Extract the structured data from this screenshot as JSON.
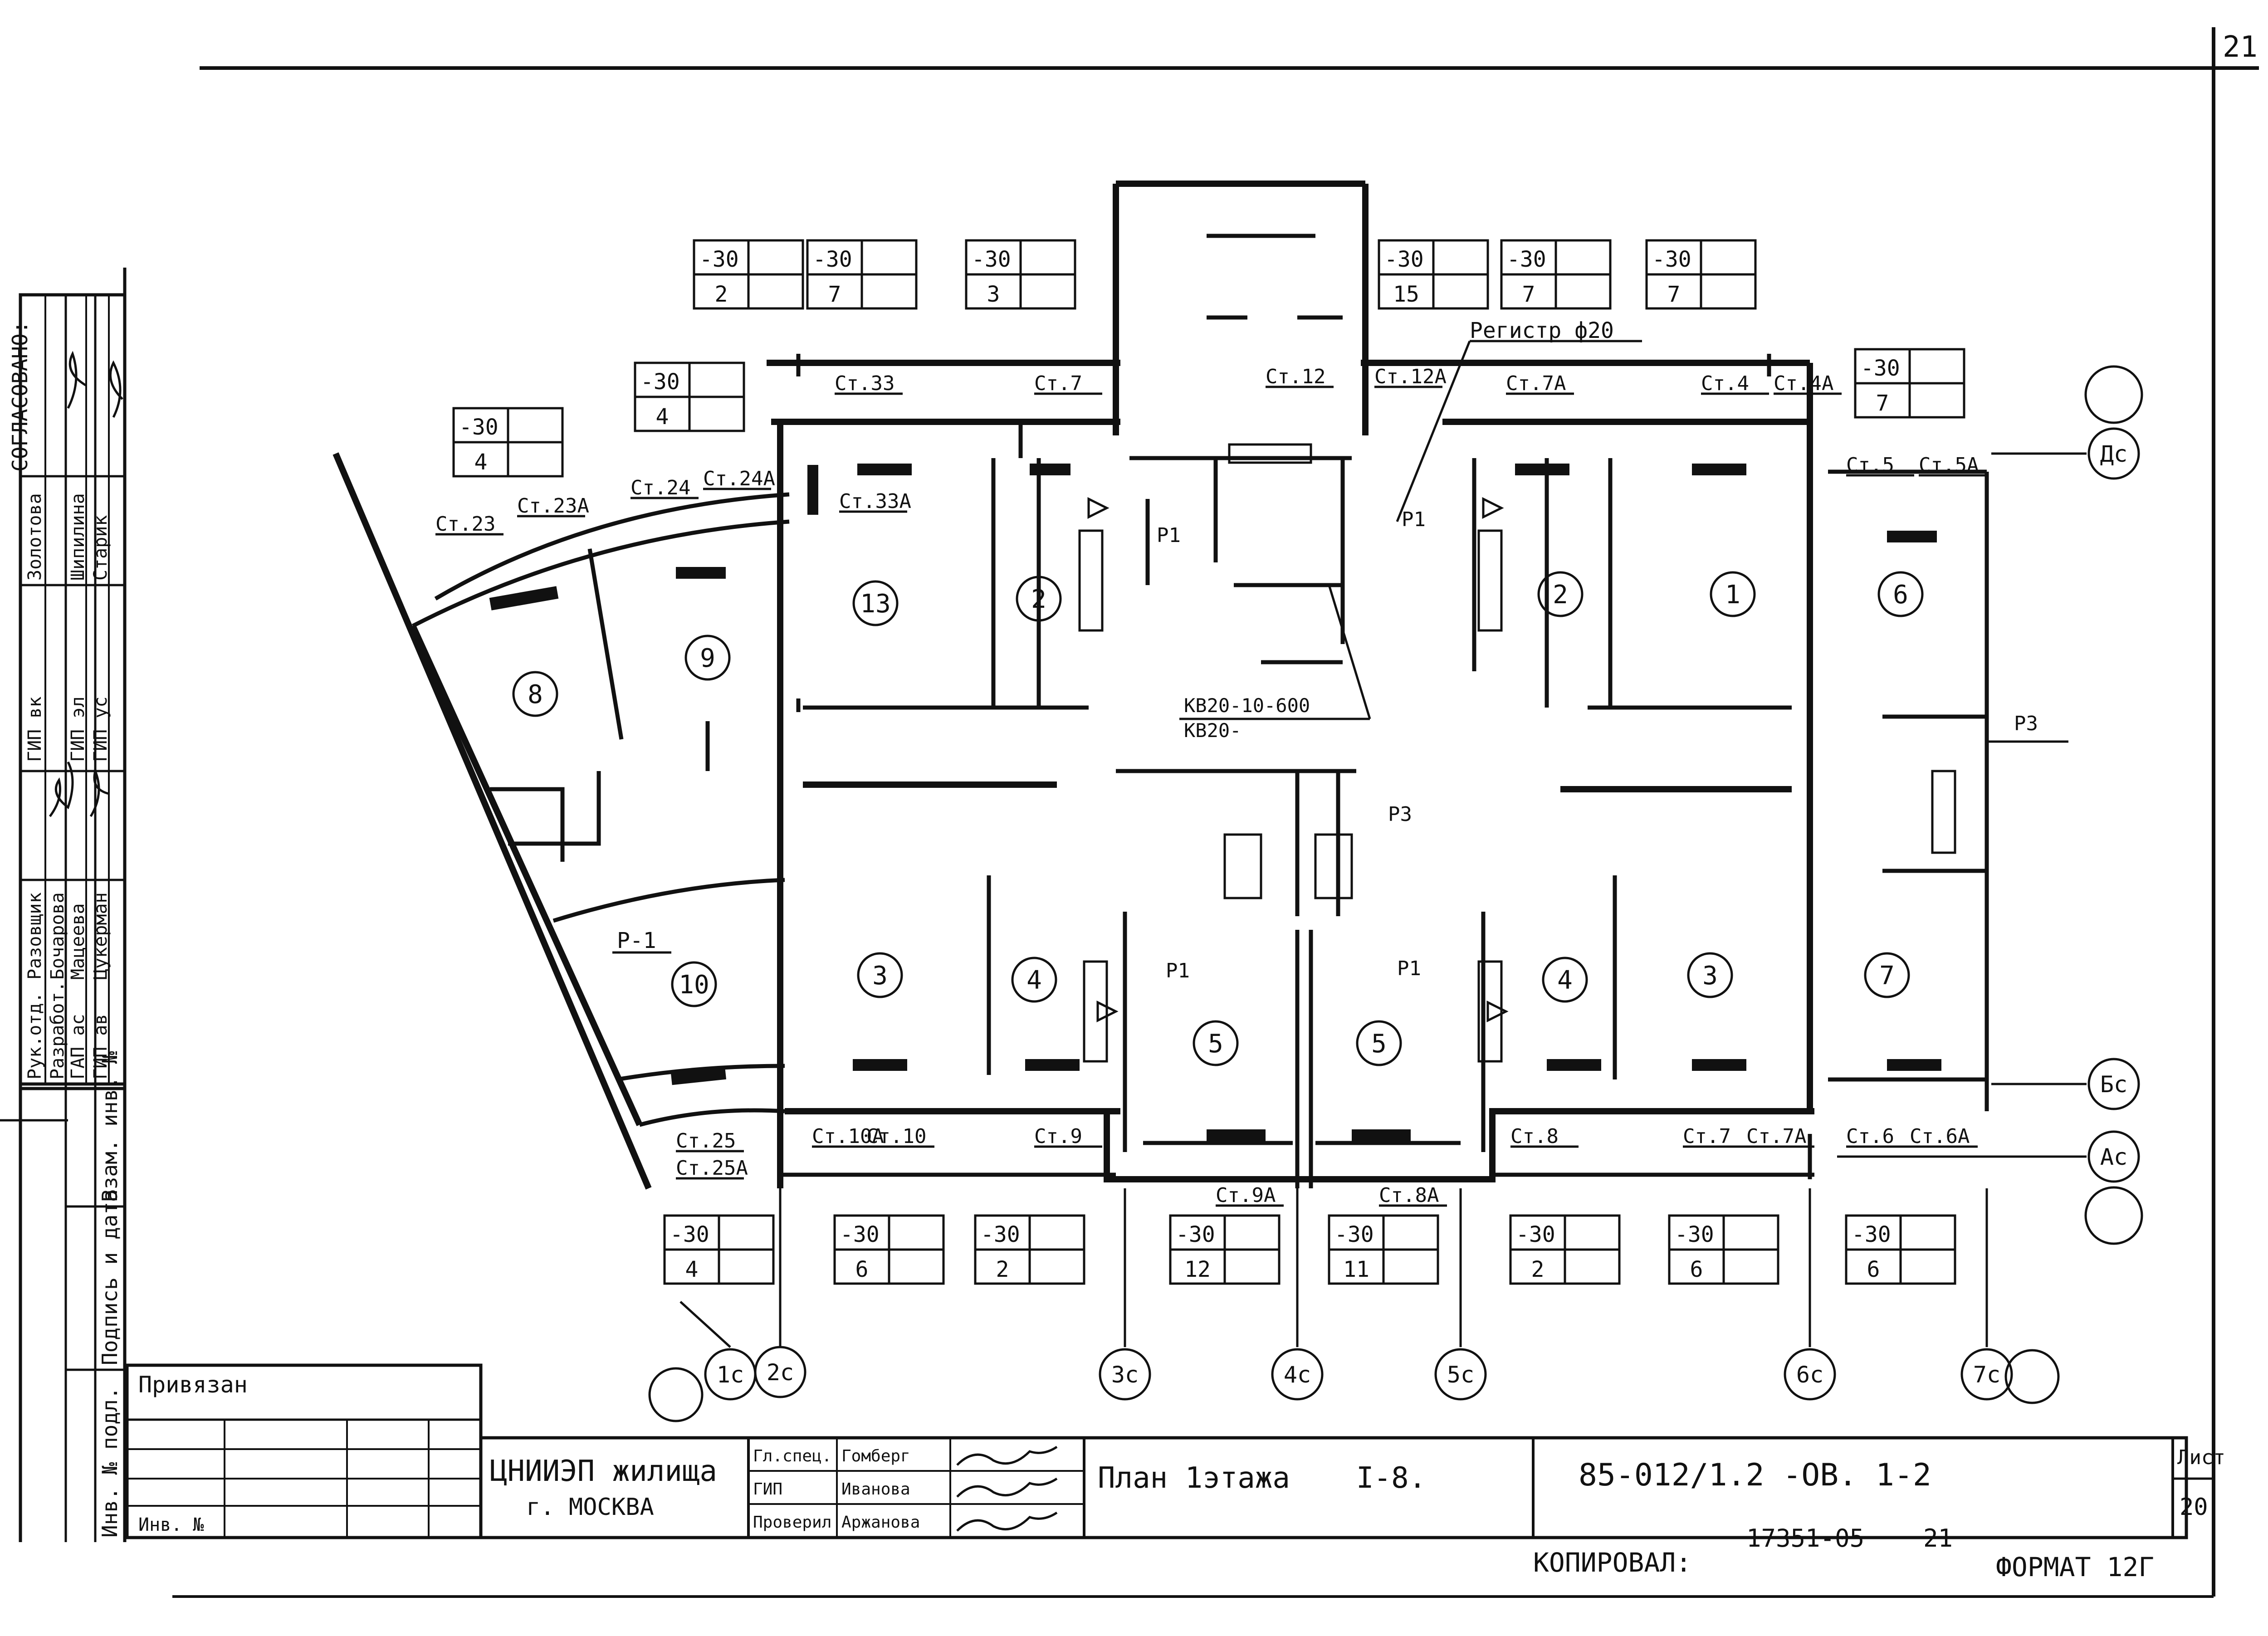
{
  "sheet": {
    "corner_number": "21",
    "copy_number": "17351-05",
    "copy_page": "21",
    "copied_label": "КОПИРОВАЛ:",
    "format_label": "ФОРМАТ 12Г"
  },
  "title_block": {
    "org_line1": "ЦНИИЭП жилища",
    "org_line2": "г. МОСКВА",
    "drawing_title": "План 1этажа",
    "section": "I-8.",
    "doc_code": "85-012/1.2 -ОВ. 1-2",
    "sheet_label": "Лист",
    "sheet_number": "20",
    "roles": [
      "Гл.спец.",
      "ГИП",
      "Проверил"
    ],
    "names": [
      "Гомберг",
      "Иванова",
      "Аржанова"
    ],
    "bound_label": "Привязан",
    "inv_label": "Инв. №"
  },
  "left_stamp": {
    "vertical_labels": [
      "Инв. № подл.",
      "Подпись и дата",
      "Взам. инв. №"
    ],
    "roles": [
      "Рук.отд.",
      "Разработ.",
      "ГАП ас",
      "ГИП ав",
      "ГИП вк",
      "ГИП эл",
      "ГИП ус"
    ],
    "names": [
      "Разовщик",
      "Бочарова",
      "Мацеева",
      "Цукерман",
      "Золотова",
      "Шипилина",
      "Старик"
    ],
    "header": "СОГЛАСОВАНО:"
  },
  "axes": [
    "1с",
    "2с",
    "3с",
    "4с",
    "5с",
    "6с",
    "7с",
    "Ас",
    "Бс",
    "Ас",
    "Дс"
  ],
  "rooms": [
    "1",
    "2",
    "2",
    "3",
    "3",
    "4",
    "4",
    "5",
    "5",
    "6",
    "7",
    "8",
    "9",
    "10",
    "13"
  ],
  "risers": [
    "Ст.33",
    "Ст.33А",
    "Ст.7",
    "Ст.12",
    "Ст.12А",
    "Ст.7А",
    "Ст.4",
    "Ст.4А",
    "Ст.5",
    "Ст.5А",
    "Ст.23",
    "Ст.23А",
    "Ст.24",
    "Ст.24А",
    "Ст.25",
    "Ст.25А",
    "Ст.10А",
    "Ст.10",
    "Ст.9",
    "Ст.9А",
    "Ст.8А",
    "Ст.8",
    "Ст.7",
    "Ст.7А",
    "Ст.6",
    "Ст.6А"
  ],
  "notes": {
    "register": "Регистр ф20",
    "valve1": "КВ20-10-600",
    "valve2": "КВ20-",
    "p1": "Р1",
    "p3": "Р3",
    "p_minus_1": "Р-1"
  },
  "temp_boxes": [
    {
      "t": "-30",
      "n": "2"
    },
    {
      "t": "-30",
      "n": "7"
    },
    {
      "t": "-30",
      "n": "3"
    },
    {
      "t": "-30",
      "n": "15"
    },
    {
      "t": "-30",
      "n": "7"
    },
    {
      "t": "-30",
      "n": "7"
    },
    {
      "t": "-30",
      "n": "4"
    },
    {
      "t": "-30",
      "n": "4"
    },
    {
      "t": "-30",
      "n": "7"
    },
    {
      "t": "-30",
      "n": "4"
    },
    {
      "t": "-30",
      "n": "6"
    },
    {
      "t": "-30",
      "n": "2"
    },
    {
      "t": "-30",
      "n": "12"
    },
    {
      "t": "-30",
      "n": "11"
    },
    {
      "t": "-30",
      "n": "2"
    },
    {
      "t": "-30",
      "n": "6"
    },
    {
      "t": "-30",
      "n": "6"
    }
  ]
}
